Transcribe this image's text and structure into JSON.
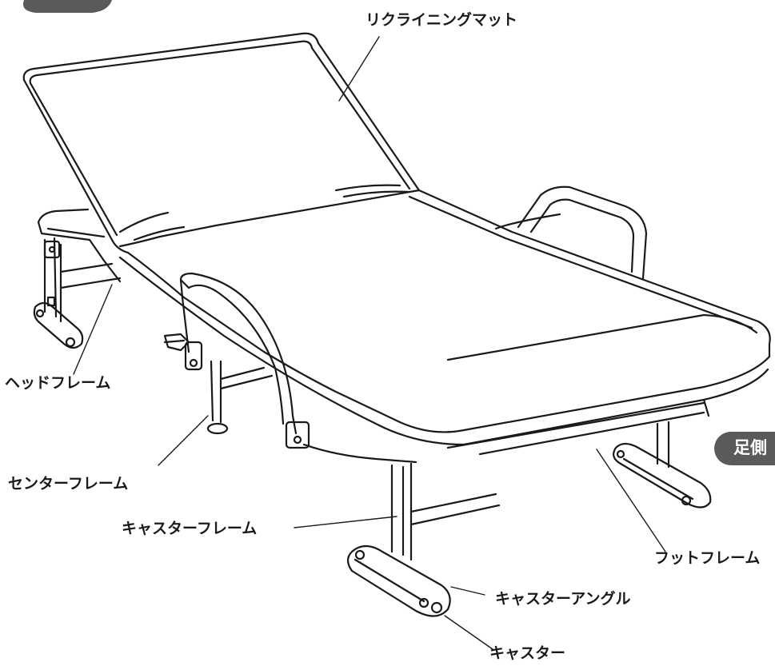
{
  "labels": {
    "reclining_mat": "リクライニングマット",
    "head_frame": "ヘッドフレーム",
    "center_frame": "センターフレーム",
    "caster_frame": "キャスターフレーム",
    "foot_frame": "フットフレーム",
    "caster_angle": "キャスターアングル",
    "caster": "キャスター"
  },
  "badges": {
    "foot_side": "足側"
  },
  "colors": {
    "line": "#1a1a1a",
    "badge_bg": "#5a5a5a"
  }
}
